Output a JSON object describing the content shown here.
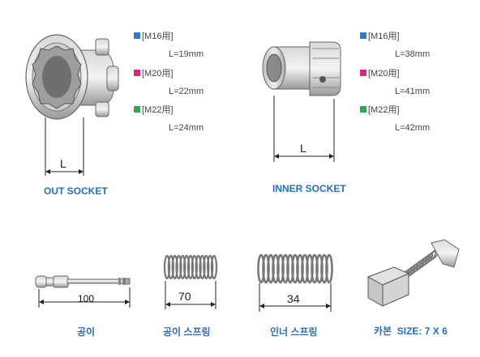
{
  "out_socket": {
    "caption": "OUT SOCKET",
    "dim_letter": "L",
    "specs": [
      {
        "label": "[M16用]",
        "color": "#2a7fc2",
        "length": "L=19mm"
      },
      {
        "label": "[M20用]",
        "color": "#d6287f",
        "length": "L=22mm"
      },
      {
        "label": "[M22用]",
        "color": "#2fa84f",
        "length": "L=24mm"
      }
    ]
  },
  "inner_socket": {
    "caption": "INNER SOCKET",
    "dim_letter": "L",
    "specs": [
      {
        "label": "[M16用]",
        "color": "#2a7fc2",
        "length": "L=38mm"
      },
      {
        "label": "[M20用]",
        "color": "#d6287f",
        "length": "L=41mm"
      },
      {
        "label": "[M22用]",
        "color": "#2fa84f",
        "length": "L=42mm"
      }
    ]
  },
  "parts": [
    {
      "caption": "공이",
      "dimension": "100"
    },
    {
      "caption": "공이 스프링",
      "dimension": "70"
    },
    {
      "caption": "인너 스프링",
      "dimension": "34"
    },
    {
      "caption": "카본  SIZE: 7 X 6"
    }
  ]
}
